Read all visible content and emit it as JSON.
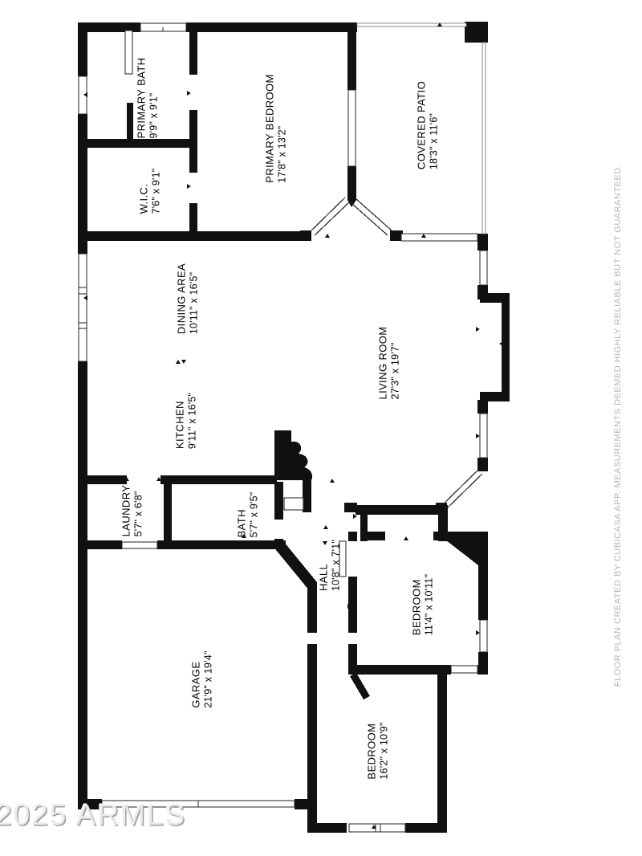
{
  "watermark": {
    "text": "2025 ARMLS"
  },
  "disclaimer": {
    "text": "FLOOR PLAN CREATED BY CUBICASA APP. MEASUREMENTS DEEMED HIGHLY RELIABLE BUT NOT GUARANTEED."
  },
  "rooms": [
    {
      "id": "primary-bath",
      "name": "PRIMARY BATH",
      "dims": "9'9\" x 9'1\""
    },
    {
      "id": "wic",
      "name": "W.I.C.",
      "dims": "7'6\" x 9'1\""
    },
    {
      "id": "primary-bedroom",
      "name": "PRIMARY BEDROOM",
      "dims": "17'8\" x 13'2\""
    },
    {
      "id": "covered-patio",
      "name": "COVERED PATIO",
      "dims": "18'3\" x 11'6\""
    },
    {
      "id": "dining-area",
      "name": "DINING AREA",
      "dims": "10'11\" x 16'5\""
    },
    {
      "id": "kitchen",
      "name": "KITCHEN",
      "dims": "9'11\" x 16'5\""
    },
    {
      "id": "living-room",
      "name": "LIVING ROOM",
      "dims": "27'3\" x 19'7\""
    },
    {
      "id": "laundry",
      "name": "LAUNDRY",
      "dims": "5'7\" x 6'8\""
    },
    {
      "id": "bath",
      "name": "BATH",
      "dims": "5'7\" x 9'5\""
    },
    {
      "id": "hall",
      "name": "HALL",
      "dims": "10'8\" x 7'1\""
    },
    {
      "id": "bedroom-1",
      "name": "BEDROOM",
      "dims": "11'4\" x 10'11\""
    },
    {
      "id": "garage",
      "name": "GARAGE",
      "dims": "21'9\" x 19'4\""
    },
    {
      "id": "bedroom-2",
      "name": "BEDROOM",
      "dims": "16'2\" x 10'9\""
    }
  ]
}
